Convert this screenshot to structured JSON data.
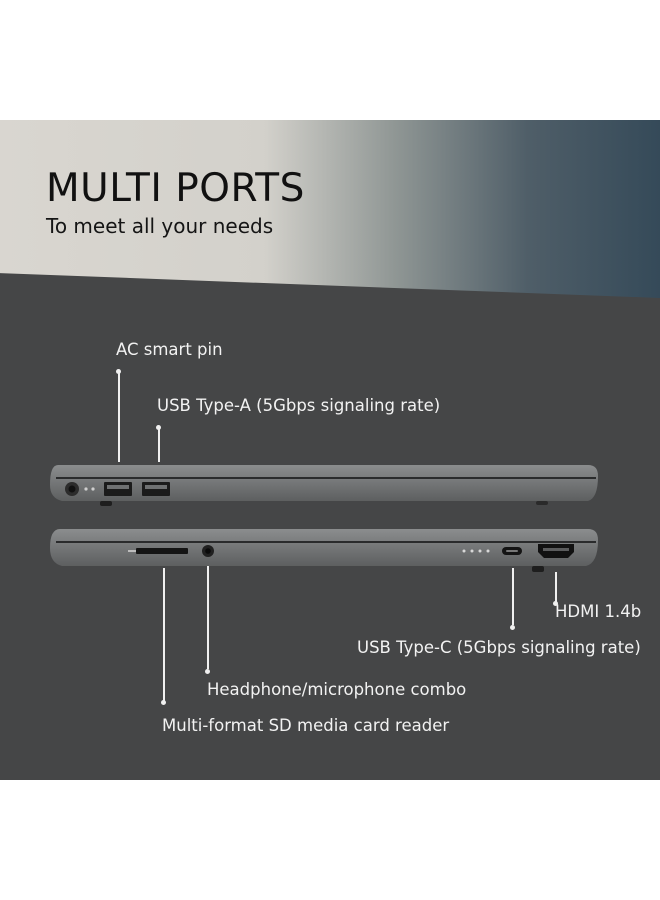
{
  "banner": {
    "title": "MULTI PORTS",
    "subtitle": "To meet all your needs"
  },
  "labels": {
    "ac_pin": "AC smart pin",
    "usb_a": "USB Type-A (5Gbps signaling rate)",
    "hdmi": "HDMI 1.4b",
    "usb_c": "USB Type-C (5Gbps signaling rate)",
    "audio": "Headphone/microphone combo",
    "sd_reader": "Multi-format SD media card reader"
  },
  "colors": {
    "panel": "#454647",
    "laptop_body": "#77797a",
    "text": "#f2f2f2"
  }
}
